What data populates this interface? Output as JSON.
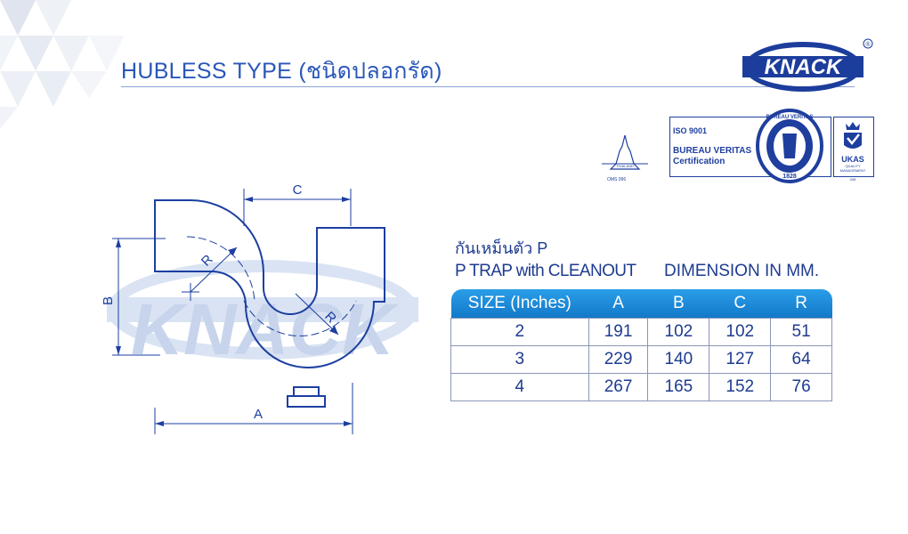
{
  "header": {
    "title": "HUBLESS TYPE (ชนิดปลอกรัด)"
  },
  "brand": {
    "logo_text": "KNACK",
    "registered": "®"
  },
  "certifications": {
    "iso": "ISO 9001",
    "bureau": "BUREAU VERITAS",
    "certification": "Certification",
    "seal_top": "BUREAU VERITAS",
    "seal_year": "1828",
    "ukas": "UKAS",
    "ukas_sub1": "QUALITY",
    "ukas_sub2": "MANAGEMENT",
    "ukas_code": "008",
    "thai_label": "THAILAND",
    "tis_code": "OMS 096"
  },
  "diagram": {
    "dim_a": "A",
    "dim_b": "B",
    "dim_c": "C",
    "dim_r": "R",
    "watermark": "KNACK"
  },
  "product": {
    "thai_name": "กันเหม็นตัว P",
    "english_name": "P TRAP with CLEANOUT",
    "dimension_label": "DIMENSION IN MM."
  },
  "table": {
    "headers": [
      "SIZE (Inches)",
      "A",
      "B",
      "C",
      "R"
    ],
    "rows": [
      [
        "2",
        "191",
        "102",
        "102",
        "51"
      ],
      [
        "3",
        "229",
        "140",
        "127",
        "64"
      ],
      [
        "4",
        "267",
        "165",
        "152",
        "76"
      ]
    ]
  },
  "colors": {
    "brand_blue": "#1f3f9e",
    "header_blue": "#1a88d8",
    "title_blue": "#2a57b8"
  }
}
